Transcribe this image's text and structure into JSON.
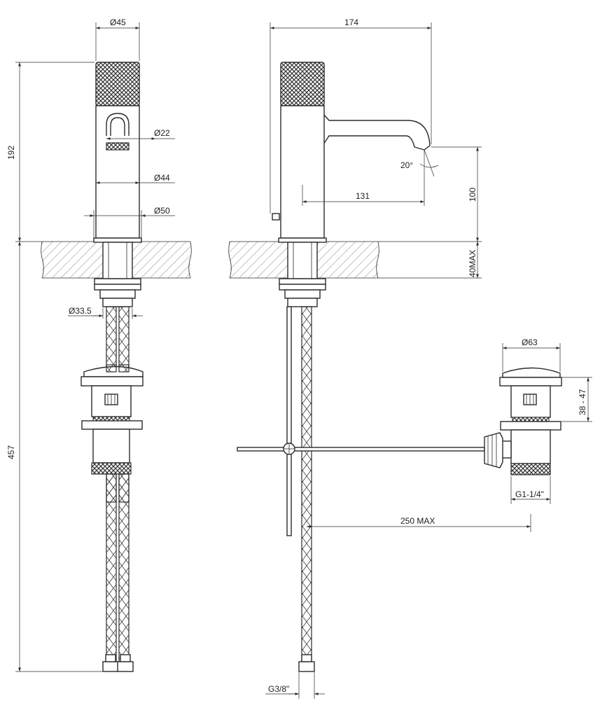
{
  "dimensions": {
    "d45": "Ø45",
    "d22": "Ø22",
    "d44": "Ø44",
    "d50": "Ø50",
    "d33_5": "Ø33.5",
    "h192": "192",
    "h457": "457",
    "w174": "174",
    "angle20": "20°",
    "w131": "131",
    "h100": "100",
    "max40": "40MAX",
    "d63": "Ø63",
    "h38_47": "38 - 47",
    "g1_14": "G1-1/4\"",
    "max250": "250 MAX",
    "g3_8": "G3/8\""
  }
}
